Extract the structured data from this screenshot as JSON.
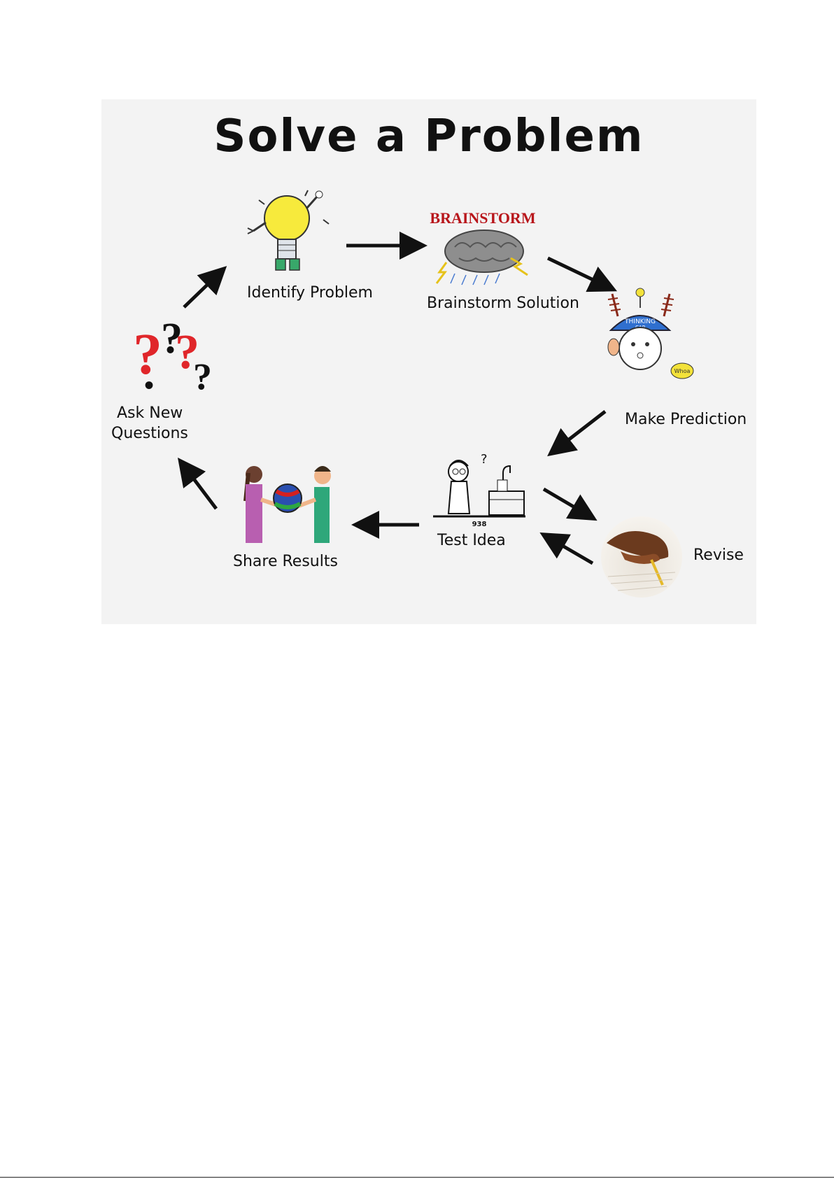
{
  "title": "Solve a Problem",
  "steps": [
    {
      "label": "Identify Problem",
      "icon": "lightbulb-character-icon"
    },
    {
      "label": "Brainstorm Solution",
      "icon": "brain-storm-icon"
    },
    {
      "label": "Make Prediction",
      "icon": "thinking-cap-icon"
    },
    {
      "label": "Test Idea",
      "icon": "scientist-icon"
    },
    {
      "label": "Revise",
      "icon": "hand-writing-icon"
    },
    {
      "label": "Share Results",
      "icon": "sharing-people-icon"
    },
    {
      "label": "Ask New\nQuestions",
      "icon": "question-marks-icon"
    }
  ],
  "illustration_text": {
    "brainstorm": "BRAINSTORM",
    "cap": "THINKING",
    "cap2": "CAP",
    "whoa": "Whoa",
    "number": "938"
  },
  "colors": {
    "poster_bg": "#f3f3f3",
    "arrow": "#111111"
  }
}
